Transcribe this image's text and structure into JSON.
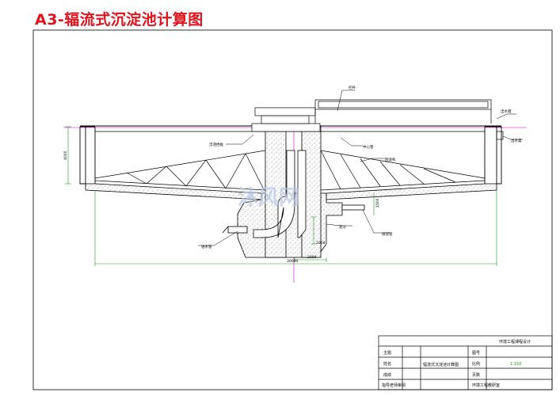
{
  "sheet": {
    "title": "A3-辐流式沉淀池计算图"
  },
  "labels": {
    "railing": "栏杆",
    "outlet_weir": "出水堰",
    "outlet_channel": "出水渠",
    "scum_baffle": "浮渣挡板",
    "center_pipe": "中心管",
    "scraper": "刮泥机",
    "inlet_pipe": "进水管",
    "sludge_hopper": "泥斗",
    "sludge_pipe": "排泥管"
  },
  "dimensions": {
    "depth": "4000",
    "total_width": "30000",
    "hopper_width": "2000",
    "hopper_height": "2000",
    "small_height": "1500"
  },
  "watermark": {
    "text": "沐风网"
  },
  "title_block": {
    "project": "环境工程课程设计",
    "drawing_name": "辐流式沉淀池计算图",
    "row_labels": [
      "主题",
      "姓名",
      "成绩",
      "指导老师审阅"
    ],
    "drawing_no_label": "图号",
    "scale_label": "比例",
    "scale_value": "1:150",
    "page_label": "页数",
    "footer": "环境工程教研室"
  },
  "colors": {
    "title": "#e0121b",
    "center_line": "#cc00cc",
    "dimension": "#1a9a1a",
    "outline": "#000000"
  }
}
